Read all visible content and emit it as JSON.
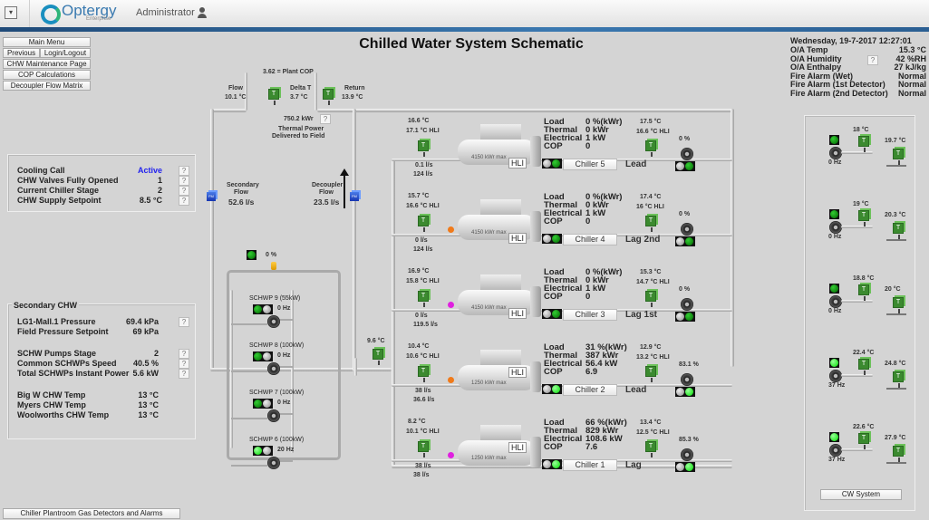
{
  "header": {
    "menu_icon": "dropdown-menu-icon",
    "brand": "Optergy",
    "brand_sub": "Enterprise",
    "user": "Administrator",
    "user_icon": "user-icon"
  },
  "nav": {
    "main_menu": "Main Menu",
    "previous": "Previous",
    "login_logout": "Login/Logout",
    "chw_maintenance": "CHW Maintenance Page",
    "cop_calculations": "COP Calculations",
    "decoupler_flow_matrix": "Decoupler Flow Matrix",
    "gas_detectors": "Chiller Plantroom Gas Detectors and Alarms"
  },
  "page_title": "Chilled Water System Schematic",
  "weather": {
    "datetime": "Wednesday, 19-7-2017 12:27:01",
    "rows": [
      {
        "label": "O/A Temp",
        "value": "15.3 °C"
      },
      {
        "label": "O/A Humidity",
        "value": "42 %RH"
      },
      {
        "label": "O/A Enthalpy",
        "value": "27 kJ/kg"
      },
      {
        "label": "Fire Alarm (Wet)",
        "value": "Normal"
      },
      {
        "label": "Fire Alarm (1st Detector)",
        "value": "Normal"
      },
      {
        "label": "Fire Alarm (2nd Detector)",
        "value": "Normal"
      }
    ],
    "help": "?"
  },
  "cooling": {
    "rows": [
      {
        "label": "Cooling Call",
        "value": "Active"
      },
      {
        "label": "CHW Valves Fully Opened",
        "value": "1"
      },
      {
        "label": "Current Chiller Stage",
        "value": "2"
      },
      {
        "label": "CHW Supply Setpoint",
        "value": "8.5 °C"
      }
    ],
    "active_color": "#2222ee"
  },
  "secondary": {
    "title": "Secondary CHW",
    "rows": [
      {
        "label": "LG1-Mall.1 Pressure",
        "value": "69.4 kPa"
      },
      {
        "label": "Field Pressure Setpoint",
        "value": "69 kPa"
      },
      {
        "label": "SCHW Pumps Stage",
        "value": "2"
      },
      {
        "label": "Common SCHWPs Speed",
        "value": "40.5 %"
      },
      {
        "label": "Total SCHWPs Instant Power",
        "value": "5.6 kW"
      },
      {
        "label": "Big W CHW Temp",
        "value": "13 °C"
      },
      {
        "label": "Myers CHW Temp",
        "value": "13 °C"
      },
      {
        "label": "Woolworths CHW Temp",
        "value": "13 °C"
      }
    ]
  },
  "plant": {
    "cop": "3.62 = Plant COP",
    "flow_label": "Flow",
    "flow_value": "10.1 °C",
    "delta_label": "Delta T",
    "delta_value": "3.7 °C",
    "return_label": "Return",
    "return_value": "13.9 °C",
    "thermal_power": "750.2 kWr",
    "thermal_caption_1": "Thermal Power",
    "thermal_caption_2": "Delivered to Field",
    "secondary_flow_label_1": "Secondary",
    "secondary_flow_label_2": "Flow",
    "secondary_flow_value": "52.6 l/s",
    "decoupler_label_1": "Decoupler",
    "decoupler_label_2": "Flow",
    "decoupler_value": "23.5 l/s",
    "valve_pct": "0 %",
    "header_temp": "9.6 °C",
    "fm": "FM"
  },
  "schwps": [
    {
      "name": "SCHWP 9 (55kW)",
      "hz": "0 Hz"
    },
    {
      "name": "SCHWP 8 (100kW)",
      "hz": "0 Hz"
    },
    {
      "name": "SCHWP 7 (100kW)",
      "hz": "0 Hz"
    },
    {
      "name": "SCHWP 6 (100kW)",
      "hz": "20 Hz"
    }
  ],
  "chillers": [
    {
      "name": "Chiller 5",
      "role": "Lead",
      "in_temp": "16.6 °C",
      "in_hli": "17.1 °C HLI",
      "flow1": "0.1 l/s",
      "flow2": "124 l/s",
      "load": "0 %(kWr)",
      "thermal": "0 kWr",
      "electrical": "1 kW",
      "cop": "0",
      "out_temp": "17.5 °C",
      "out_hli": "16.6 °C HLI",
      "pump_pct": "0 %",
      "cap": "4150 kWr max"
    },
    {
      "name": "Chiller 4",
      "role": "Lag 2nd",
      "in_temp": "15.7 °C",
      "in_hli": "16.6 °C HLI",
      "flow1": "0 l/s",
      "flow2": "124 l/s",
      "load": "0 %(kWr)",
      "thermal": "0 kWr",
      "electrical": "1 kW",
      "cop": "0",
      "out_temp": "17.4 °C",
      "out_hli": "16 °C HLI",
      "pump_pct": "0 %",
      "cap": "4150 kWr max"
    },
    {
      "name": "Chiller 3",
      "role": "Lag 1st",
      "in_temp": "16.9 °C",
      "in_hli": "15.8 °C HLI",
      "flow1": "0 l/s",
      "flow2": "119.5 l/s",
      "load": "0 %(kWr)",
      "thermal": "0 kWr",
      "electrical": "1 kW",
      "cop": "0",
      "out_temp": "15.3 °C",
      "out_hli": "14.7 °C HLI",
      "pump_pct": "0 %",
      "cap": "4150 kWr max"
    },
    {
      "name": "Chiller 2",
      "role": "Lead",
      "in_temp": "10.4 °C",
      "in_hli": "10.6 °C HLI",
      "flow1": "38 l/s",
      "flow2": "36.6 l/s",
      "load": "31 %(kWr)",
      "thermal": "387 kWr",
      "electrical": "56.4 kW",
      "cop": "6.9",
      "out_temp": "12.9 °C",
      "out_hli": "13.2 °C HLI",
      "pump_pct": "83.1 %",
      "cap": "1250 kWr max"
    },
    {
      "name": "Chiller 1",
      "role": "Lag",
      "in_temp": "8.2 °C",
      "in_hli": "10.1 °C HLI",
      "flow1": "38 l/s",
      "flow2": "38 l/s",
      "load": "66 %(kWr)",
      "thermal": "829 kWr",
      "electrical": "108.6 kW",
      "cop": "7.6",
      "out_temp": "13.4 °C",
      "out_hli": "12.5 °C HLI",
      "pump_pct": "85.3 %",
      "cap": "1250 kWr max"
    }
  ],
  "stat_labels": {
    "load": "Load",
    "thermal": "Thermal",
    "electrical": "Electrical",
    "cop": "COP"
  },
  "hli": "HLI",
  "cw": {
    "pumps": [
      {
        "hz": "0 Hz",
        "t1": "18 °C",
        "t2": "19.7 °C"
      },
      {
        "hz": "0 Hz",
        "t1": "19 °C",
        "t2": "20.3 °C"
      },
      {
        "hz": "0 Hz",
        "t1": "18.8 °C",
        "t2": "20 °C"
      },
      {
        "hz": "37 Hz",
        "t1": "22.4 °C",
        "t2": "24.8 °C"
      },
      {
        "hz": "37 Hz",
        "t1": "22.6 °C",
        "t2": "27.9 °C"
      }
    ],
    "button": "CW System"
  },
  "sensor_glyph": "T",
  "help_glyph": "?"
}
